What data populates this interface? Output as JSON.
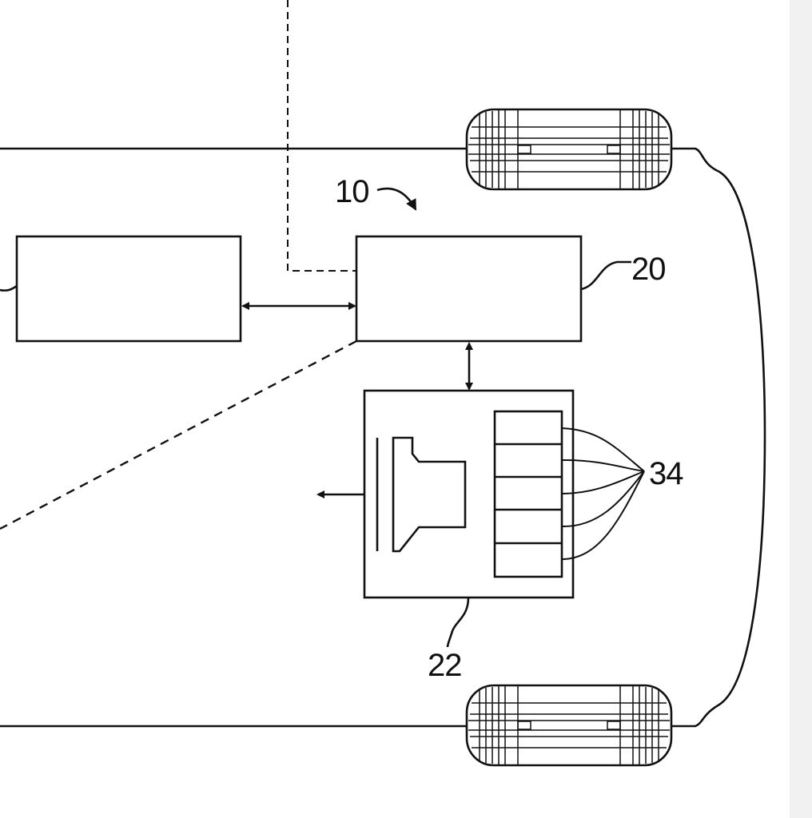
{
  "colors": {
    "ink": "#111111",
    "paper": "#ffffff",
    "gutter": "#f1f1f1"
  },
  "labels": {
    "system_ref": "10",
    "controller_ref": "20",
    "module_ref": "22",
    "cells_ref": "34"
  }
}
